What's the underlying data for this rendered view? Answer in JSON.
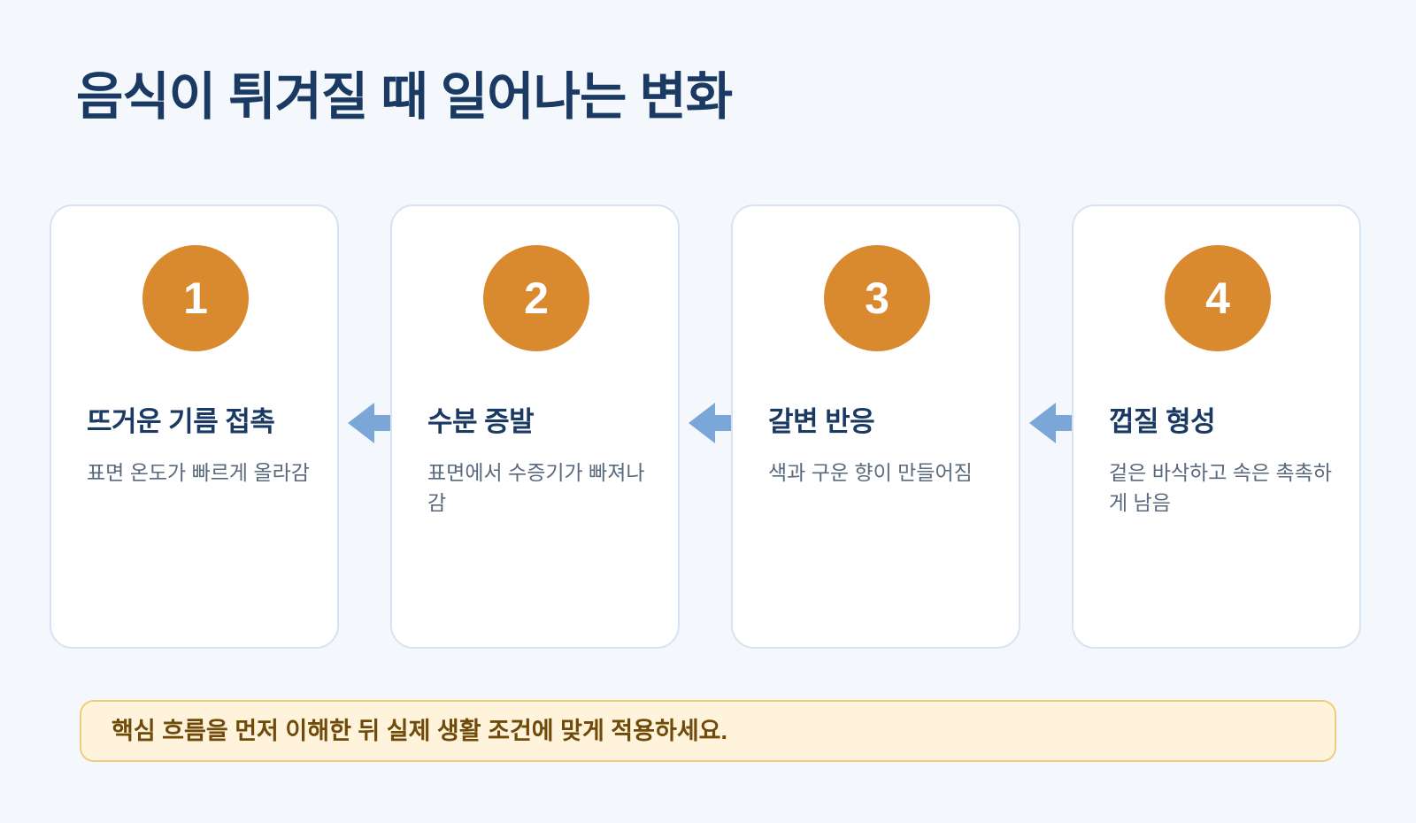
{
  "title": "음식이 튀겨질 때 일어나는 변화",
  "steps": [
    {
      "number": "1",
      "title": "뜨거운 기름 접촉",
      "description": "표면 온도가 빠르게 올라감"
    },
    {
      "number": "2",
      "title": "수분 증발",
      "description": "표면에서 수증기가 빠져나감"
    },
    {
      "number": "3",
      "title": "갈변 반응",
      "description": "색과 구운 향이 만들어짐"
    },
    {
      "number": "4",
      "title": "껍질 형성",
      "description": "겉은 바삭하고 속은 촉촉하게 남음"
    }
  ],
  "note": "핵심 흐름을 먼저 이해한 뒤 실제 생활 조건에 맞게 적용하세요.",
  "colors": {
    "background": "#f4f8fc",
    "title": "#1b3a63",
    "badge": "#d9892e",
    "arrow": "#7aa6d8",
    "card_border": "#d7e3f0",
    "note_background": "#fff3dc",
    "note_border": "#efcd7e",
    "note_text": "#6f4a08"
  }
}
